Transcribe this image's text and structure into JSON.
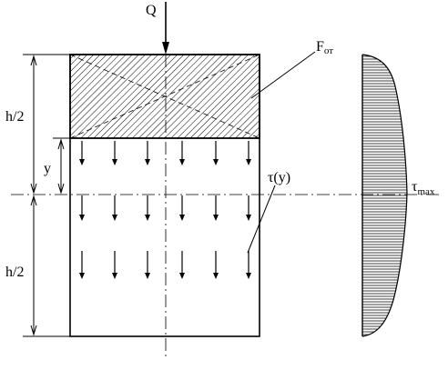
{
  "labels": {
    "load": "Q",
    "cut_area": "F",
    "cut_area_sub": "от",
    "half_height_top": "h/2",
    "half_height_bottom": "h/2",
    "y_coord": "y",
    "shear_stress": "τ(y)",
    "shear_max": "τ",
    "shear_max_sub": "max"
  },
  "colors": {
    "line": "#000000",
    "background": "#ffffff"
  },
  "stress_arrows": {
    "rows": 3,
    "columns": 6
  }
}
